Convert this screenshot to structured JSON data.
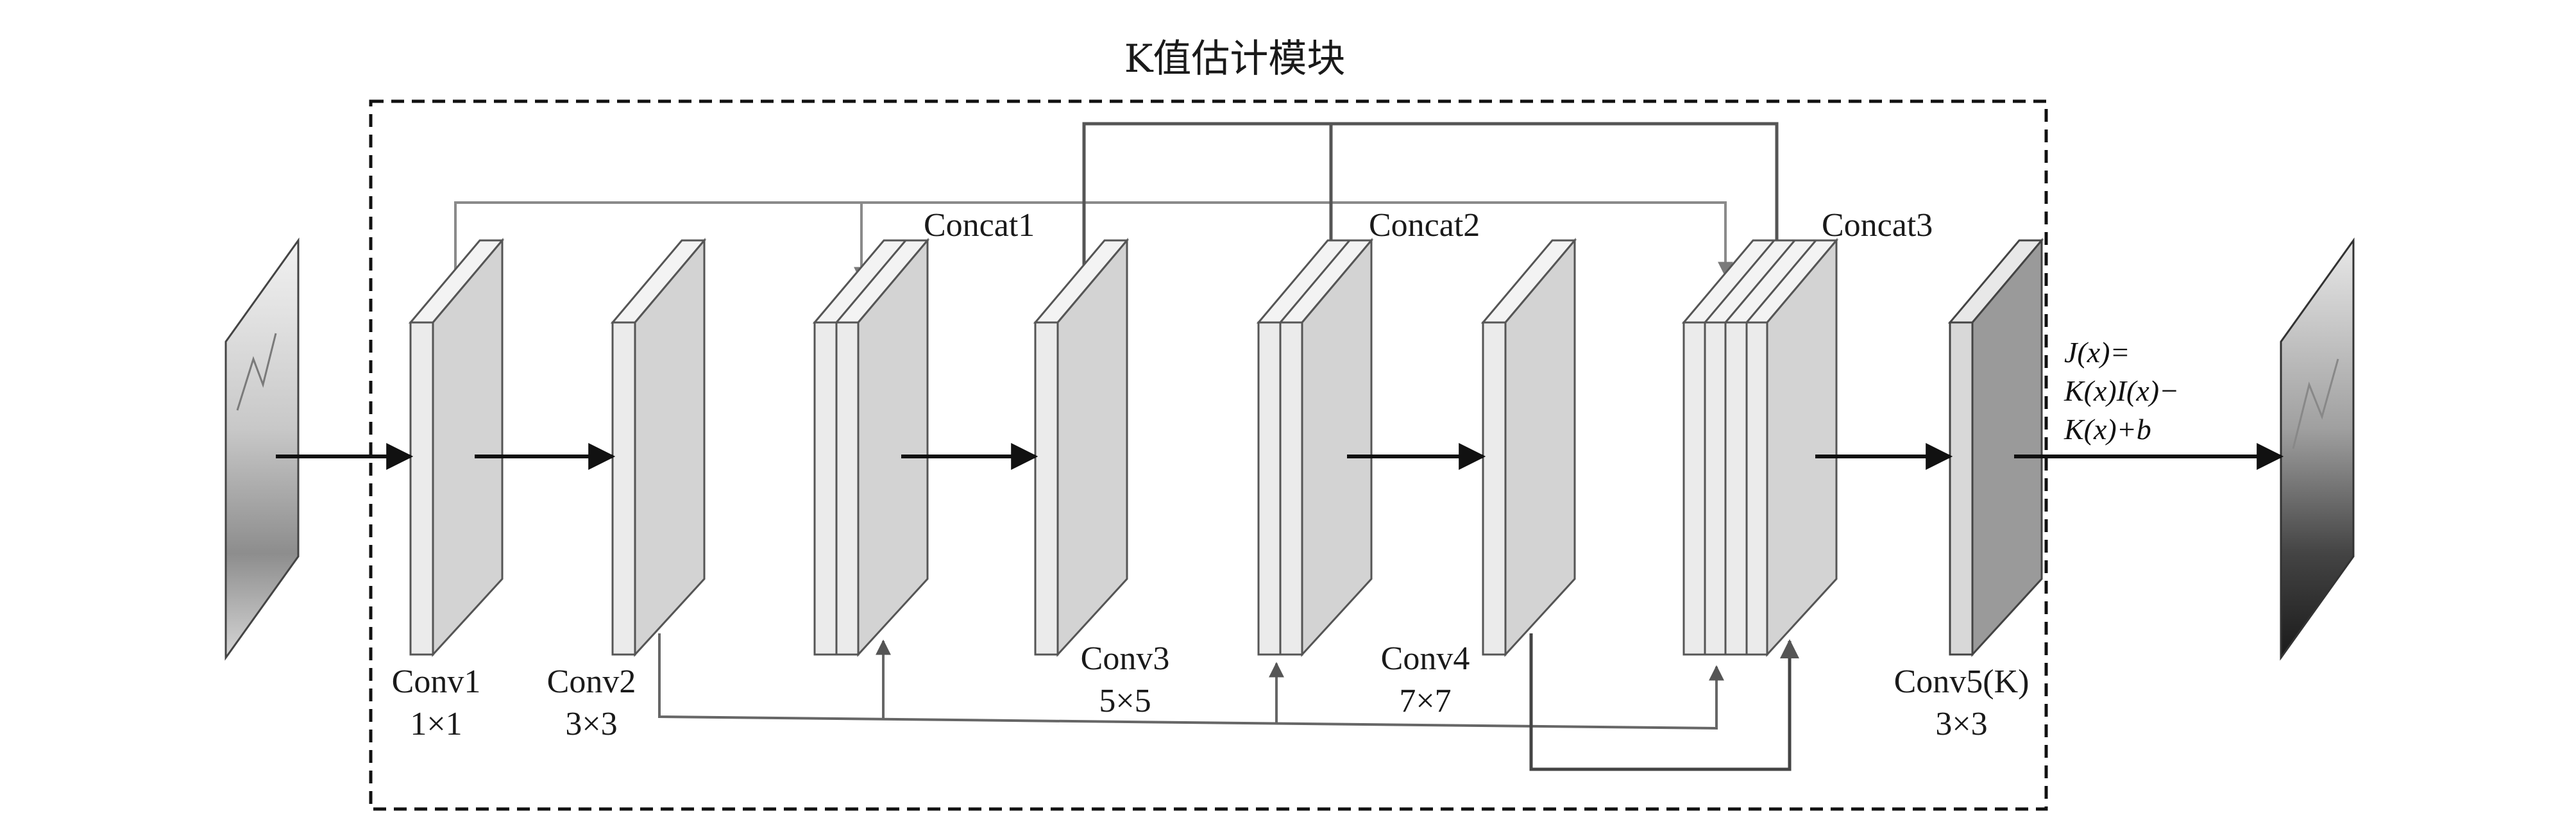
{
  "title": "K值估计模块",
  "layers": [
    {
      "name": "Conv1",
      "size": "1×1"
    },
    {
      "name": "Conv2",
      "size": "3×3"
    },
    {
      "name": "Conv3",
      "size": "5×5"
    },
    {
      "name": "Conv4",
      "size": "7×7"
    },
    {
      "name": "Conv5(K)",
      "size": "3×3"
    }
  ],
  "concat_labels": [
    "Concat1",
    "Concat2",
    "Concat3"
  ],
  "output_formula": [
    "J(x)=",
    "K(x)I(x)−",
    "K(x)+b"
  ],
  "colors": {
    "block_face": "#d3d3d3",
    "block_side": "#ebebeb",
    "block_top": "#f3f3f3",
    "output_face": "#9a9a9a",
    "line_light": "#9a9a9a",
    "line_dark": "#555555",
    "arrow": "#111111"
  }
}
